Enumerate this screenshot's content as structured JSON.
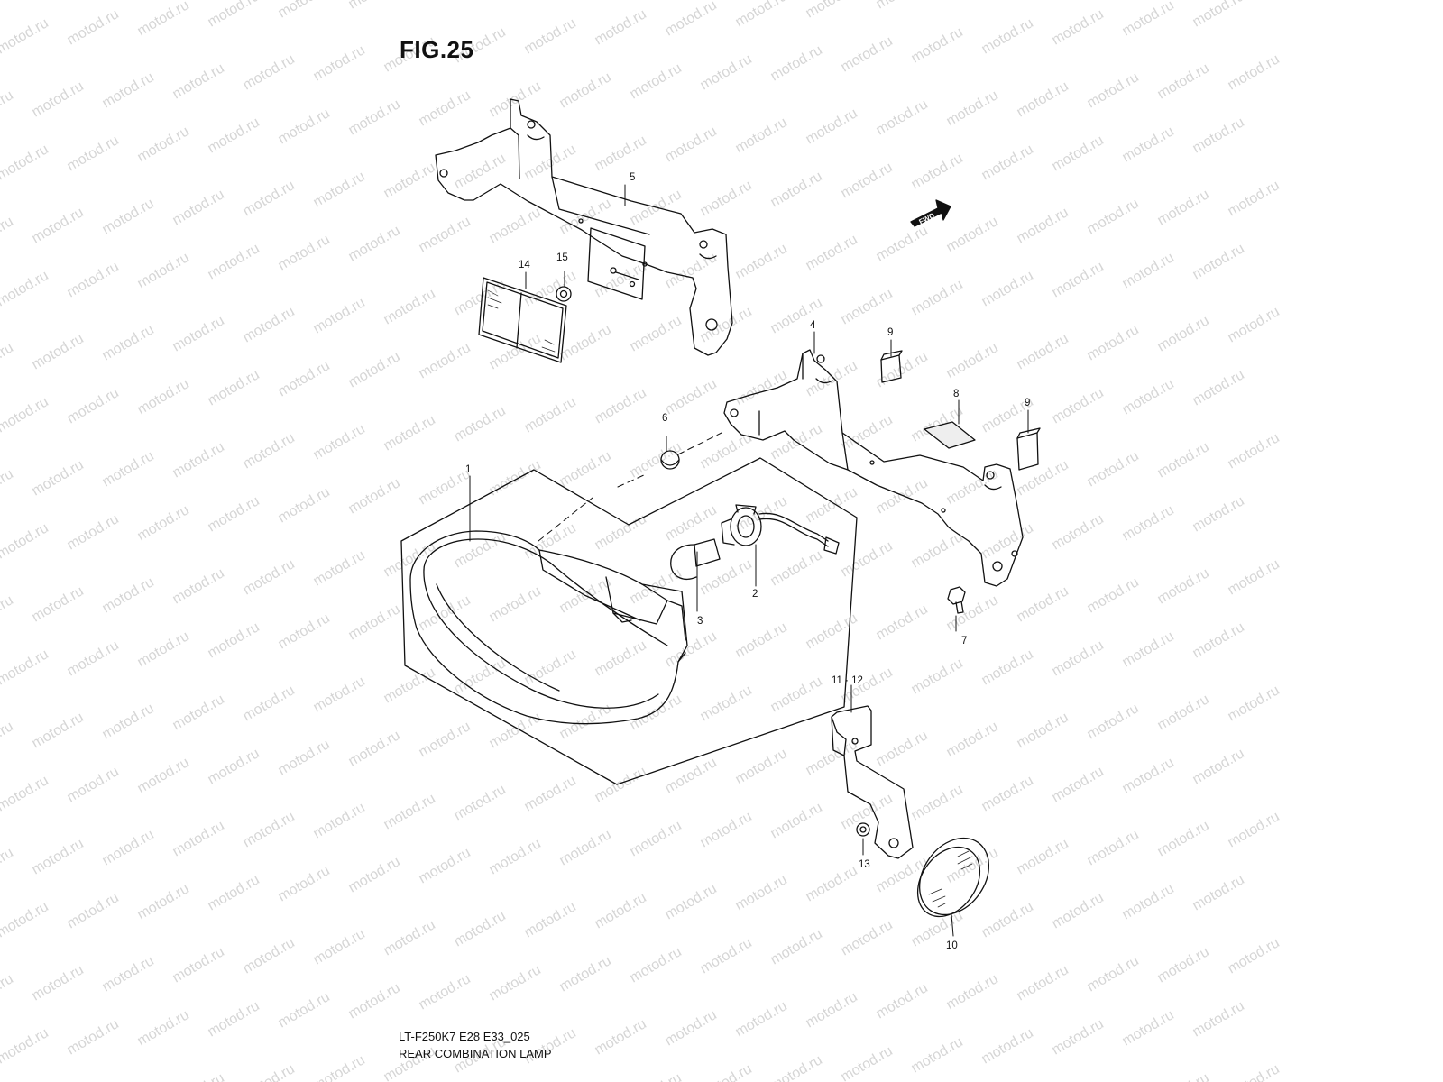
{
  "figure": {
    "title": "FIG.25",
    "code": "LT-F250K7 E28 E33_025",
    "name": "REAR COMBINATION LAMP"
  },
  "watermark": {
    "text": "motod.ru",
    "color": "#d6d6d6"
  },
  "fwd_label": "FWD",
  "callouts": [
    {
      "id": "c1",
      "label": "1"
    },
    {
      "id": "c2",
      "label": "2"
    },
    {
      "id": "c3",
      "label": "3"
    },
    {
      "id": "c4",
      "label": "4"
    },
    {
      "id": "c5",
      "label": "5"
    },
    {
      "id": "c6",
      "label": "6"
    },
    {
      "id": "c7",
      "label": "7"
    },
    {
      "id": "c8",
      "label": "8"
    },
    {
      "id": "c9a",
      "label": "9"
    },
    {
      "id": "c9b",
      "label": "9"
    },
    {
      "id": "c10",
      "label": "10"
    },
    {
      "id": "c11",
      "label": "11 · 12"
    },
    {
      "id": "c13",
      "label": "13"
    },
    {
      "id": "c14",
      "label": "14"
    },
    {
      "id": "c15",
      "label": "15"
    }
  ]
}
